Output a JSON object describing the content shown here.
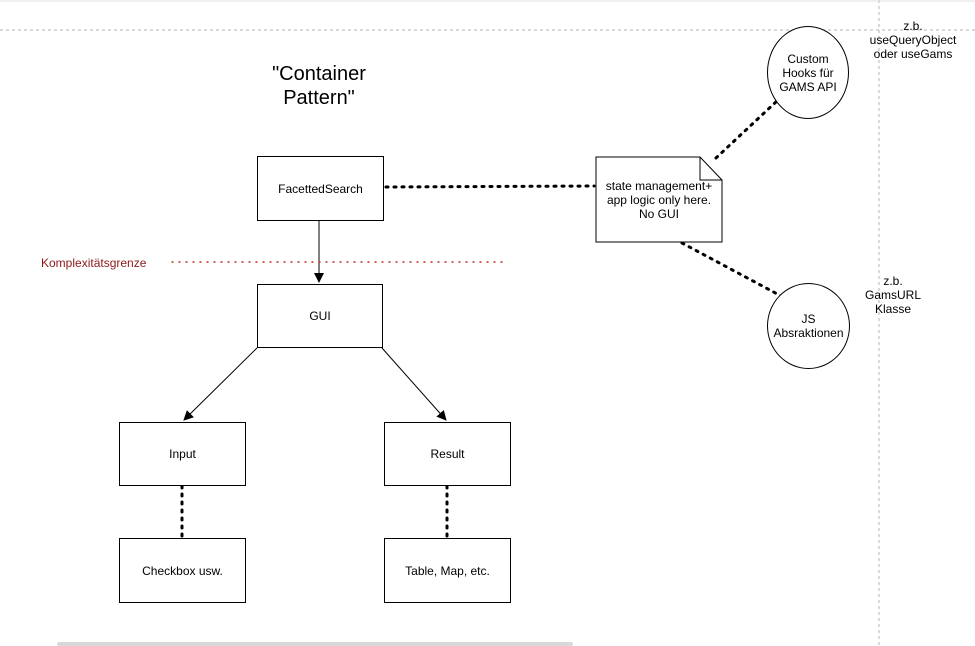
{
  "title": "\"Container\nPattern\"",
  "nodes": {
    "faceted_search": "FacettedSearch",
    "gui": "GUI",
    "input": "Input",
    "result": "Result",
    "checkbox": "Checkbox usw.",
    "table_map": "Table, Map, etc."
  },
  "note": "state management+\napp logic only here.\nNo GUI",
  "circles": {
    "custom_hooks": "Custom\nHooks für\nGAMS API",
    "js_abstractions": "JS\nAbsraktionen"
  },
  "annotations": {
    "use_query": "z.b.\nuseQueryObject\noder useGams",
    "gams_url": "z.b.\nGamsURL\nKlasse"
  },
  "complexity_boundary": "Komplexitätsgrenze",
  "colors": {
    "complexity_label": "#8b1a1a",
    "complexity_line": "#c0392b",
    "guide_line": "#b3b3b3"
  }
}
